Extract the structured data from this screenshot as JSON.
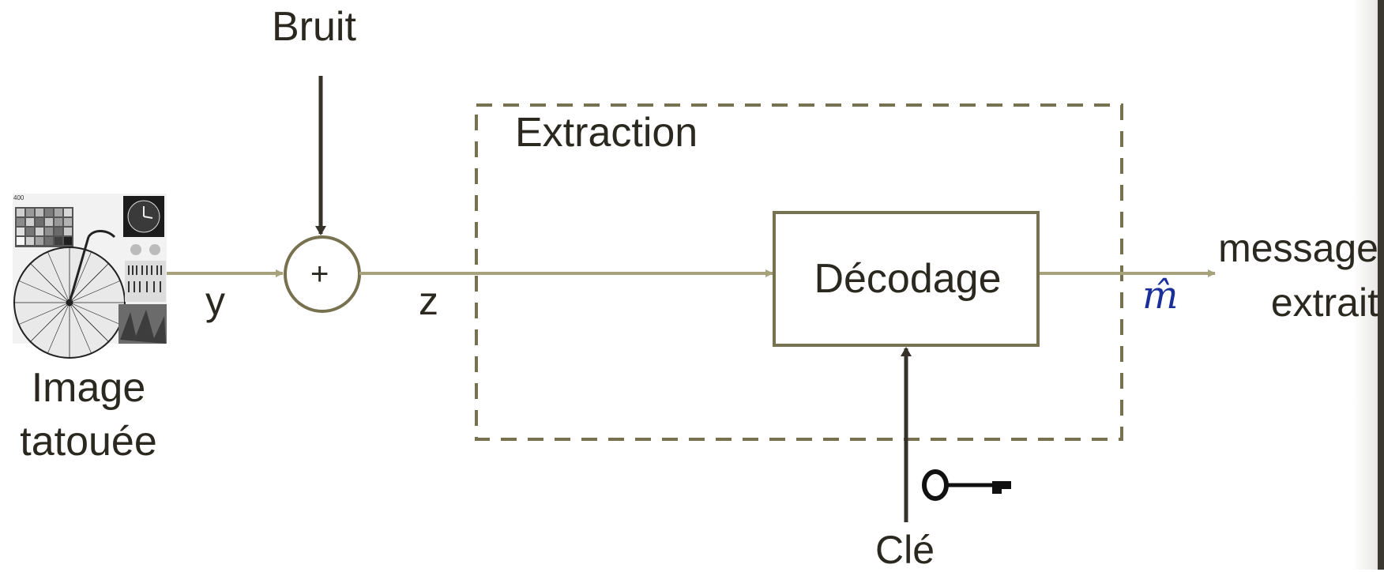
{
  "labels": {
    "noise": "Bruit",
    "input_image": "Image\ntatouée",
    "signal_y": "y",
    "signal_z": "z",
    "adder_symbol": "+",
    "extraction": "Extraction",
    "decoding": "Décodage",
    "output_message": "message\nextrait",
    "output_symbol": "m̂",
    "key": "Clé"
  },
  "colors": {
    "signal_arrow": "#a8a27c",
    "control_arrow": "#36322a",
    "box_border": "#77714f",
    "text": "#2b2820",
    "symbol": "#1b2f9a"
  },
  "icons": {
    "input_thumbnail": "test-image-collage-icon",
    "key": "key-icon"
  }
}
